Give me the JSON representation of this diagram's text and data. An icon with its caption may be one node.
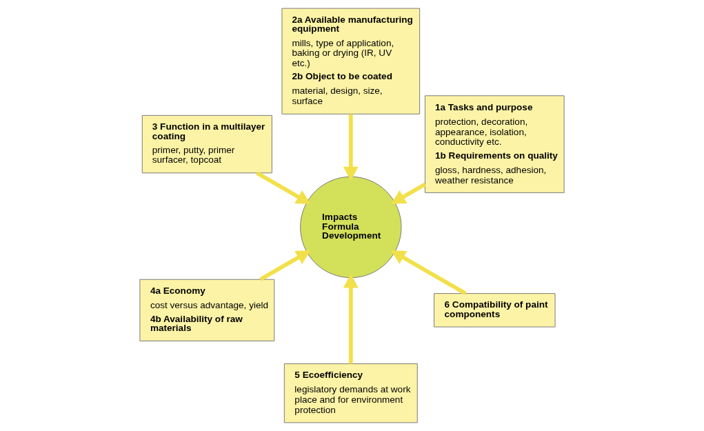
{
  "diagram": {
    "nodes": [
      {
        "text": [
          "1a Tasks and purpose",
          "protection, decoration, appearance, isolation, conductivity etc.",
          "1b Requirements on quality",
          "gloss, hardness, adhesion, weather resistance"
        ]
      },
      {
        "text": [
          "2a Available manufacturing equipment",
          "mills, type of application, baking or drying (IR, UV etc.)",
          "2b Object to be coated",
          "material, design, size, surface"
        ]
      },
      {
        "text": [
          "3 Function in a multilayer coating",
          "primer, putty, primer surfacer, topcoat"
        ]
      },
      {
        "text": [
          "Impacts Formula Development"
        ]
      },
      {
        "text": [
          "4a Economy",
          "cost versus advantage, yield",
          "4b Availability of raw materials"
        ]
      },
      {
        "text": [
          "5 Ecoefficiency",
          "legislatory demands at work place and for environment protection"
        ]
      },
      {
        "text": [
          "6 Compatibility of paint components"
        ]
      }
    ],
    "edges": [
      {
        "from": 0,
        "to": 3,
        "arrow": "to"
      },
      {
        "from": 1,
        "to": 3,
        "arrow": "to"
      },
      {
        "from": 2,
        "to": 3,
        "arrow": "to"
      },
      {
        "from": 4,
        "to": 3,
        "arrow": "to"
      },
      {
        "from": 5,
        "to": 3,
        "arrow": "to"
      },
      {
        "from": 6,
        "to": 3,
        "arrow": "to"
      }
    ]
  }
}
